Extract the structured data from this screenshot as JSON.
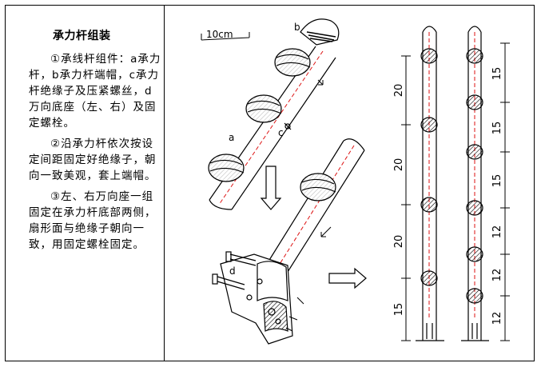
{
  "text_panel": {
    "title": "承力杆组装",
    "paragraphs": [
      "①承线杆组件：a承力杆，b承力杆端帽，c承力杆绝缘子及压紧螺丝，d万向底座（左、右）及固定螺栓。",
      "②沿承力杆依次按设定间距固定好绝缘子，朝向一致美观，套上端帽。",
      "③左、右万向座一组固定在承力杆底部两侧，扇形面与绝缘子朝向一致，用固定螺栓固定。"
    ]
  },
  "diagram": {
    "scale_label": "10cm",
    "part_labels": {
      "a": "a",
      "b": "b",
      "c": "c",
      "d": "d"
    },
    "left_column_spacing": [
      "20",
      "20",
      "20",
      "15"
    ],
    "right_column_spacing": [
      "15",
      "15",
      "15",
      "12",
      "12",
      "12"
    ]
  }
}
